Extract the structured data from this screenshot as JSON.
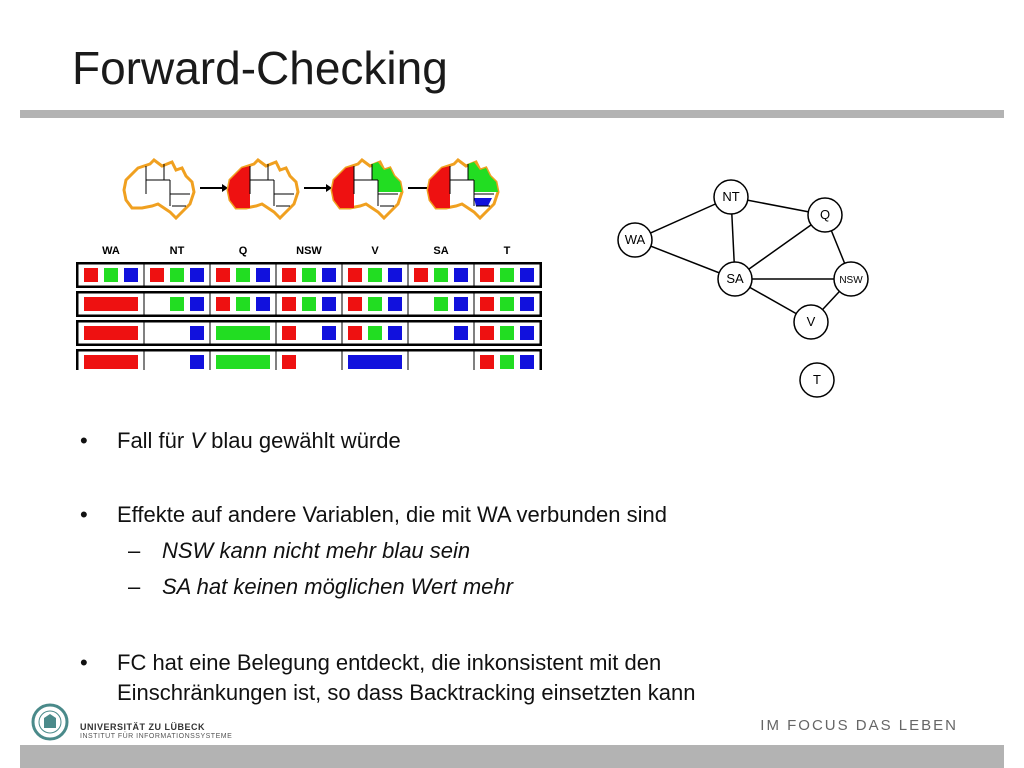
{
  "slide": {
    "title": "Forward-Checking",
    "table": {
      "columns": [
        "WA",
        "NT",
        "Q",
        "NSW",
        "V",
        "SA",
        "T"
      ],
      "colors": {
        "red": "#ee1111",
        "green": "#22dd22",
        "blue": "#1111dd"
      },
      "rows": [
        [
          [
            "red",
            "green",
            "blue"
          ],
          [
            "red",
            "green",
            "blue"
          ],
          [
            "red",
            "green",
            "blue"
          ],
          [
            "red",
            "green",
            "blue"
          ],
          [
            "red",
            "green",
            "blue"
          ],
          [
            "red",
            "green",
            "blue"
          ],
          [
            "red",
            "green",
            "blue"
          ]
        ],
        [
          [
            "red*"
          ],
          [
            "green",
            "blue"
          ],
          [
            "red",
            "green",
            "blue"
          ],
          [
            "red",
            "green",
            "blue"
          ],
          [
            "red",
            "green",
            "blue"
          ],
          [
            "green",
            "blue"
          ],
          [
            "red",
            "green",
            "blue"
          ]
        ],
        [
          [
            "red*"
          ],
          [
            "blue"
          ],
          [
            "green*"
          ],
          [
            "red",
            "blue"
          ],
          [
            "red",
            "green",
            "blue"
          ],
          [
            "blue"
          ],
          [
            "red",
            "green",
            "blue"
          ]
        ],
        [
          [
            "red*"
          ],
          [
            "blue"
          ],
          [
            "green*"
          ],
          [
            "red"
          ],
          [
            "blue*"
          ],
          [],
          [
            "red",
            "green",
            "blue"
          ]
        ]
      ]
    },
    "graph": {
      "nodes": [
        "WA",
        "NT",
        "Q",
        "SA",
        "NSW",
        "V",
        "T"
      ]
    },
    "bullets": [
      {
        "text_pre": "Fall für ",
        "text_em": "V",
        "text_post": " blau gewählt würde"
      },
      {
        "text": "Effekte auf andere Variablen, die mit WA verbunden sind"
      },
      {
        "text": "FC hat eine Belegung entdeckt, die inkonsistent mit den Einschränkungen ist, so dass Backtracking einsetzten kann"
      }
    ],
    "sub_bullets": [
      "NSW kann nicht mehr blau sein",
      "SA hat keinen möglichen Wert mehr"
    ],
    "bullet_symbol": "•",
    "dash_symbol": "–"
  },
  "footer": {
    "university": "UNIVERSITÄT ZU LÜBECK",
    "institute": "INSTITUT FÜR INFORMATIONSSYSTEME",
    "slogan": "IM FOCUS DAS LEBEN"
  }
}
